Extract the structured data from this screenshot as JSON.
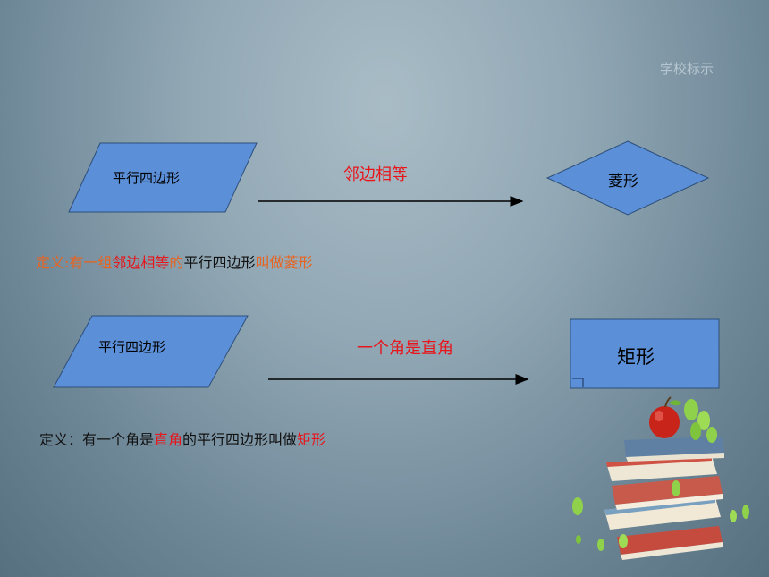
{
  "watermark": "学校标示",
  "row1": {
    "parallelogram_label": "平行四边形",
    "arrow_label": "邻边相等",
    "target_label": "菱形"
  },
  "definition1": {
    "seg1": "定义:有一组",
    "seg2": "邻边相等",
    "seg3": "的",
    "seg4": "平行四边形",
    "seg5": "叫做菱形"
  },
  "row2": {
    "parallelogram_label": "平行四边形",
    "arrow_label": "一个角是直角",
    "target_label": "矩形"
  },
  "definition2": {
    "seg1": "定义：有一个角是",
    "seg2": "直角",
    "seg3": "的平行四边形叫做",
    "seg4": "矩形"
  },
  "colors": {
    "shape_fill": "#5b8fd8",
    "label_red": "#e8151b",
    "label_orange": "#e8631f"
  }
}
